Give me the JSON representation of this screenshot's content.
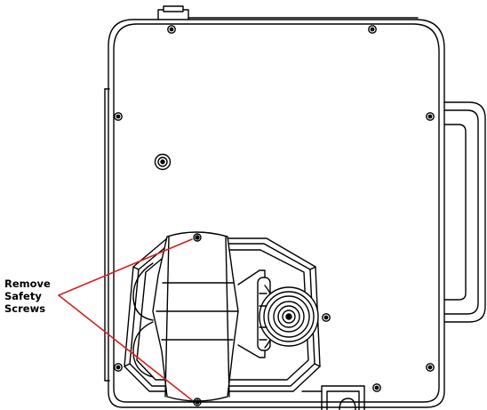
{
  "callout": {
    "lines": [
      "Remove",
      "Safety",
      "Screws"
    ],
    "line_color": "#d42020"
  },
  "colors": {
    "outline": "#000000",
    "background": "#ffffff"
  }
}
